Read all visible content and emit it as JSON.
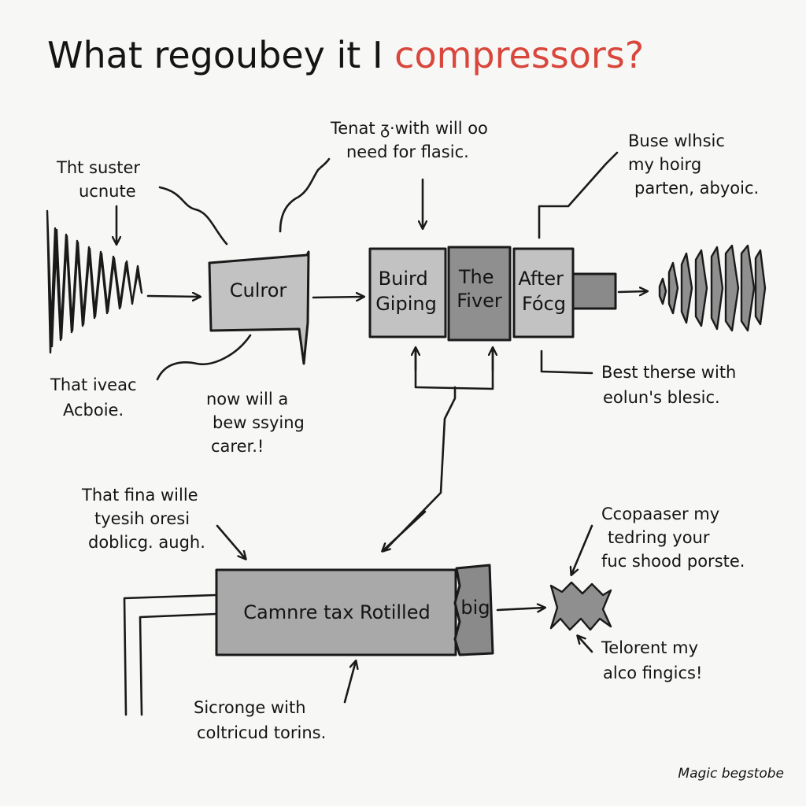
{
  "title": {
    "main": "What regoubey it I",
    "highlight": "compressors?"
  },
  "colors": {
    "highlight": "#d9463c",
    "ink": "#1a1a1a",
    "box_light": "#c2c2c2",
    "box_mid": "#a9a9a9",
    "box_dark": "#8a8a8a"
  },
  "nodes": {
    "culror": "Culror",
    "buird_1": "Buird",
    "buird_2": "Giping",
    "fiver_1": "The",
    "fiver_2": "Fiver",
    "after_1": "After",
    "after_2": "Fócg",
    "camp": "Camnre tax Rotilled",
    "big": "big"
  },
  "notes": {
    "input_top": [
      "Tht suster",
      "ucnute"
    ],
    "input_bottom": [
      "That iveac",
      "Acboie."
    ],
    "culror_bottom": [
      "now will a",
      "bew ssying",
      "carer.!"
    ],
    "top_center": [
      "Tenat ᵹ·with will oo",
      "need for flasic."
    ],
    "top_right": [
      "Buse wlhsic",
      "my hoirg",
      "parten, abyoic."
    ],
    "mid_right": [
      "Best therse with",
      "eolun's blesic."
    ],
    "lower_left": [
      "That fina wille",
      "tyesih oresi",
      "doblicg. augh."
    ],
    "lower_right_top": [
      "Ccopaaser my",
      "tedring your",
      "fuc shood porste."
    ],
    "lower_right_bottom": [
      "Telorent my",
      "alco fingics!"
    ],
    "bottom_center": [
      "Sicronge with",
      "coltricud torins."
    ]
  },
  "signature": "Magic begstobe"
}
